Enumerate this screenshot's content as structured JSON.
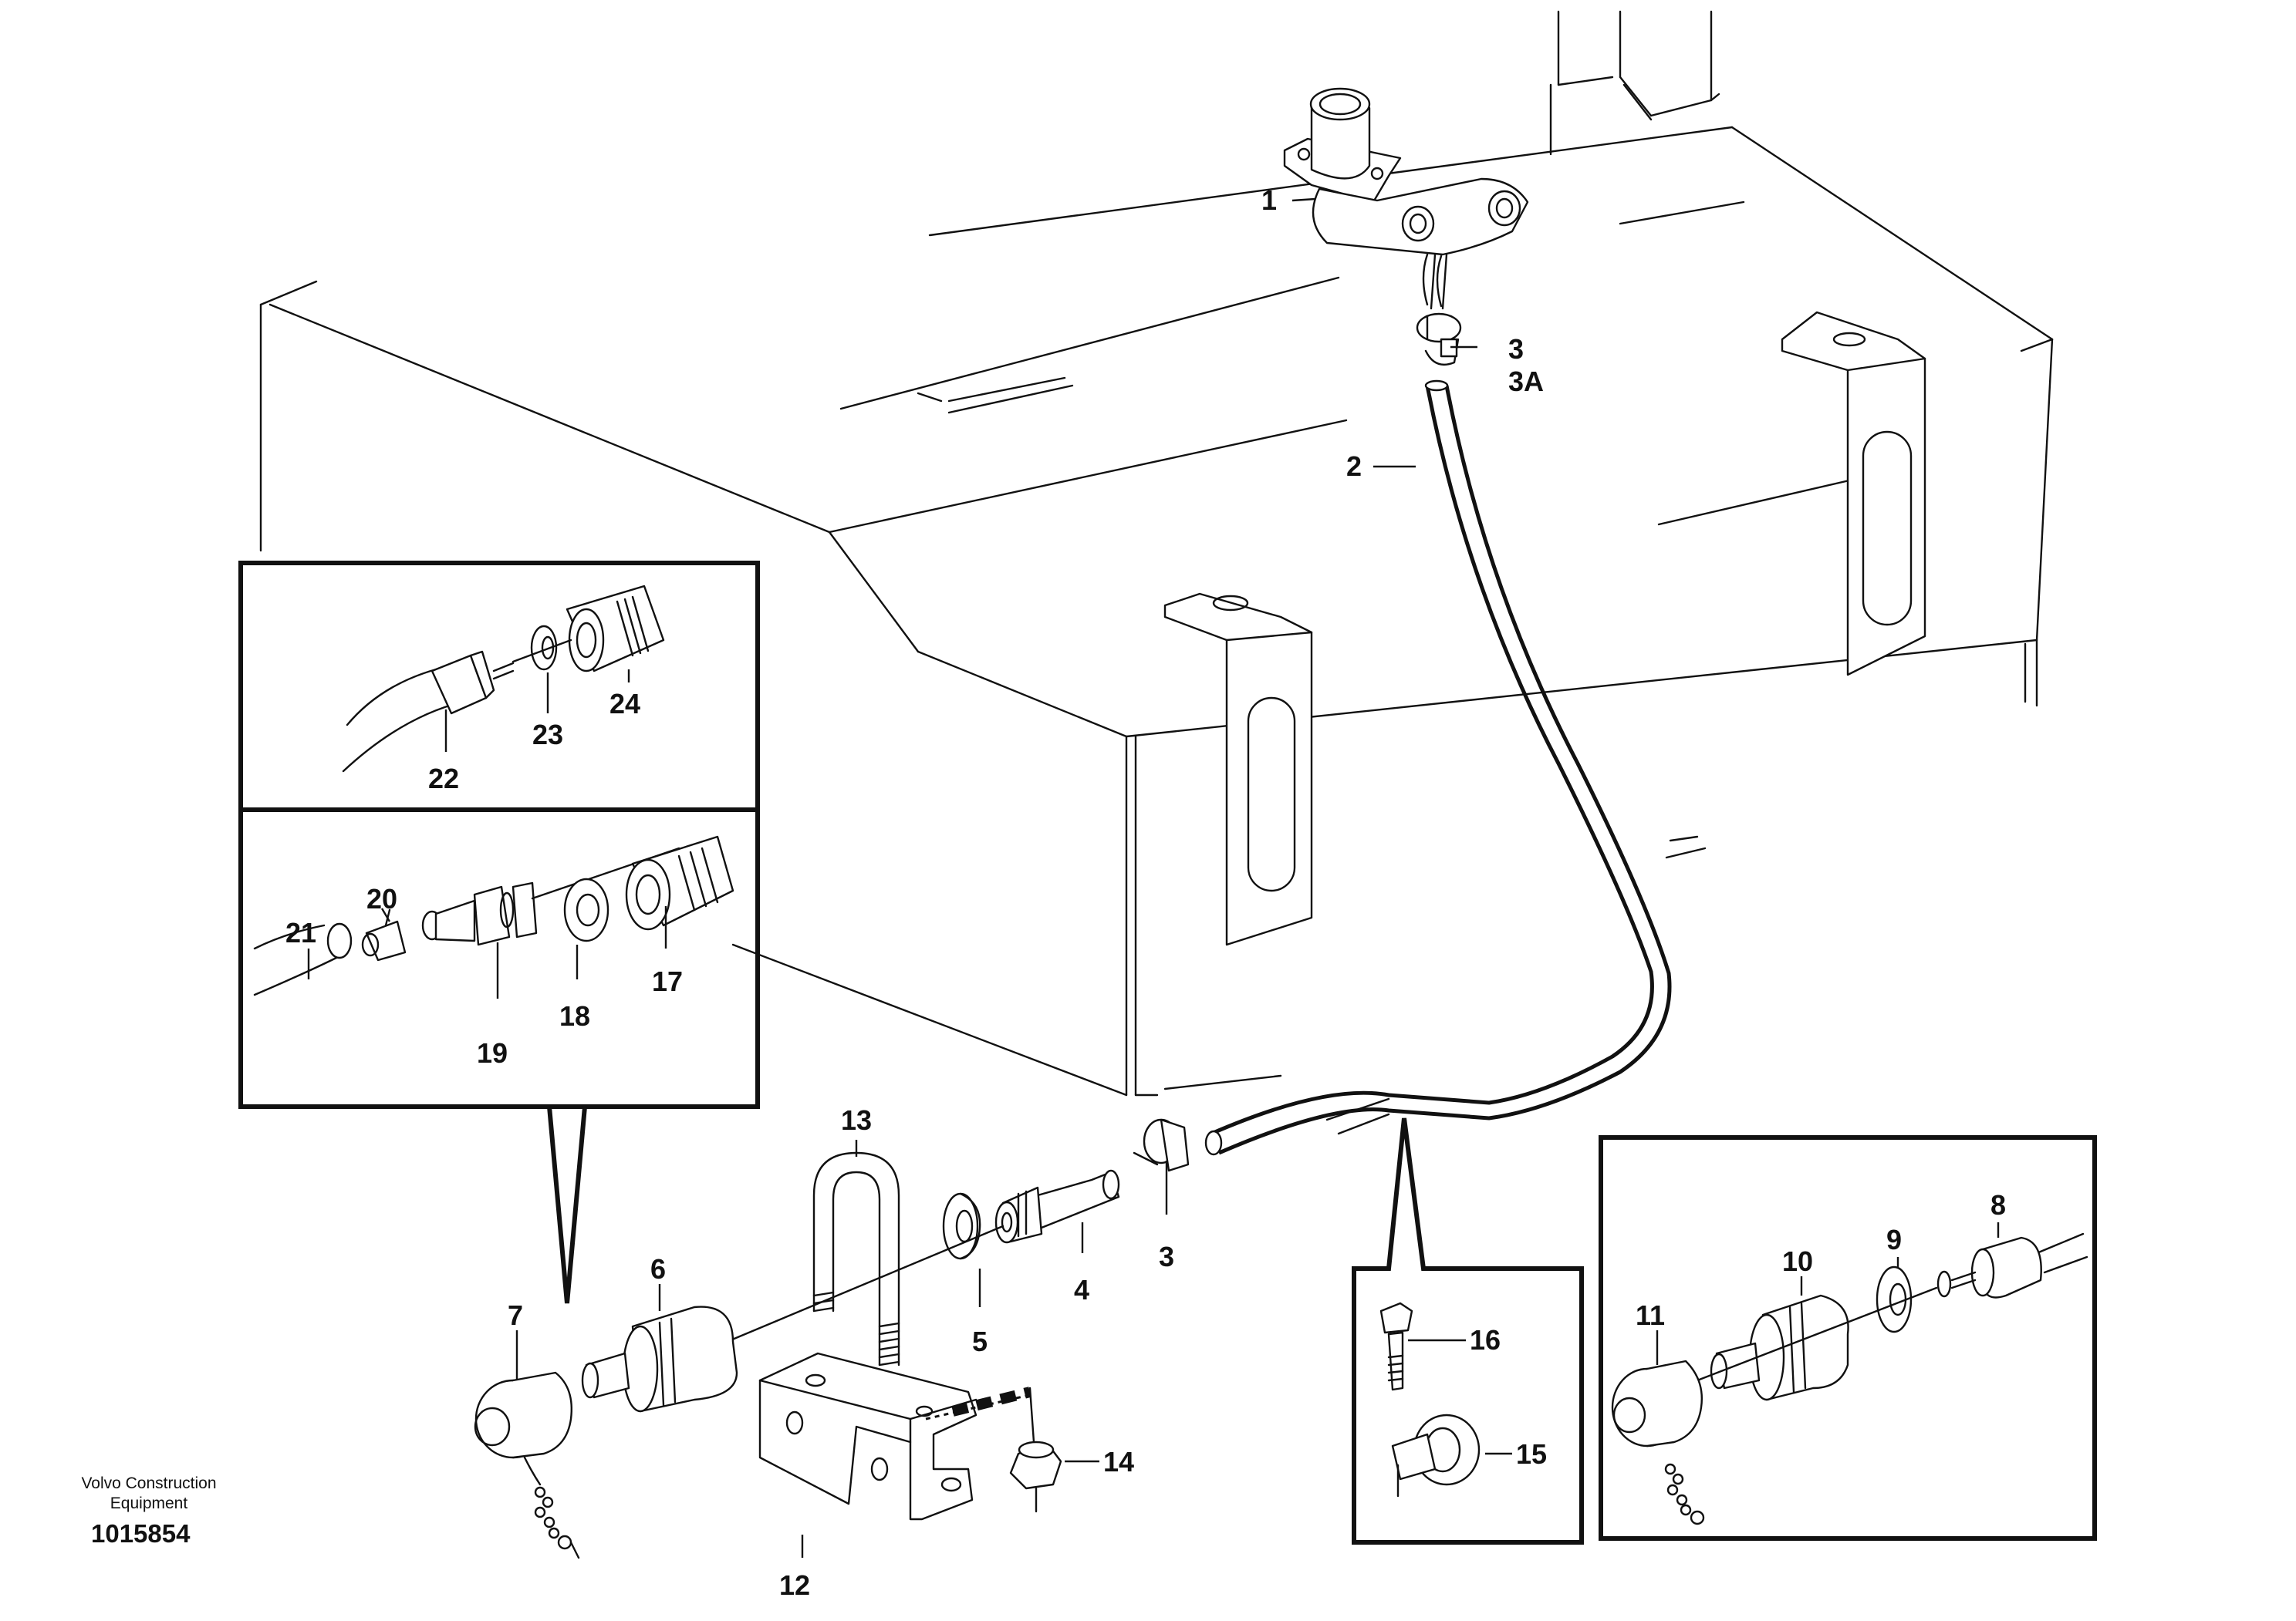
{
  "document": {
    "credit_line1": "Volvo Construction",
    "credit_line2": "Equipment",
    "drawing_number": "1015854"
  },
  "callouts": {
    "c1": "1",
    "c2": "2",
    "c3_top": "3",
    "c3a": "3A",
    "c3_bottom": "3",
    "c4": "4",
    "c5": "5",
    "c6": "6",
    "c7": "7",
    "c8": "8",
    "c9": "9",
    "c10": "10",
    "c11": "11",
    "c12": "12",
    "c13": "13",
    "c14": "14",
    "c15": "15",
    "c16": "16",
    "c17": "17",
    "c18": "18",
    "c19": "19",
    "c20": "20",
    "c21": "21",
    "c22": "22",
    "c23": "23",
    "c24": "24"
  }
}
